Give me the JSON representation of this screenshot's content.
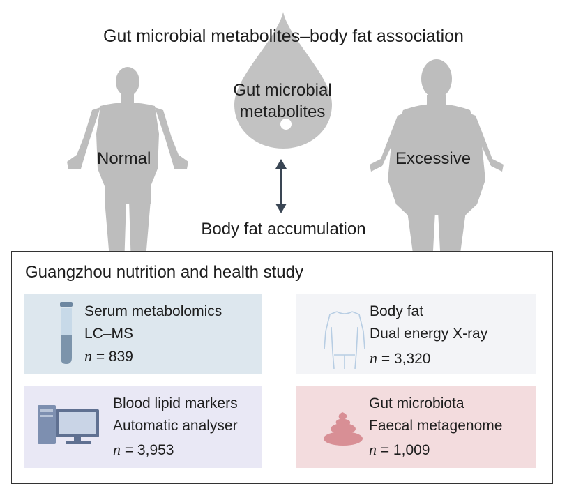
{
  "title": "Gut microbial metabolites–body fat association",
  "drop_label_line1": "Gut microbial",
  "drop_label_line2": "metabolites",
  "left_label": "Normal",
  "right_label": "Excessive",
  "arrow_label": "Body fat accumulation",
  "study": {
    "title": "Guangzhou nutrition and health study",
    "cards": [
      {
        "line1": "Serum metabolomics",
        "line2": "LC–MS",
        "n_symbol": "n",
        "n_value": " = 839",
        "icon": "blood-tube-icon",
        "color": "#dde7ee"
      },
      {
        "line1": "Body fat",
        "line2": "Dual energy X-ray",
        "n_symbol": "n",
        "n_value": " = 3,320",
        "icon": "body-outline-icon",
        "color": "#f3f4f7"
      },
      {
        "line1": "Blood lipid markers",
        "line2": "Automatic analyser",
        "n_symbol": "n",
        "n_value": " = 3,953",
        "icon": "computer-icon",
        "color": "#e9e8f5"
      },
      {
        "line1": "Gut microbiota",
        "line2": "Faecal metagenome",
        "n_symbol": "n",
        "n_value": " = 1,009",
        "icon": "stool-icon",
        "color": "#f3dcde"
      }
    ]
  },
  "colors": {
    "silhouette": "#b9b9b9",
    "arrow": "#3a4654",
    "border": "#333333"
  }
}
